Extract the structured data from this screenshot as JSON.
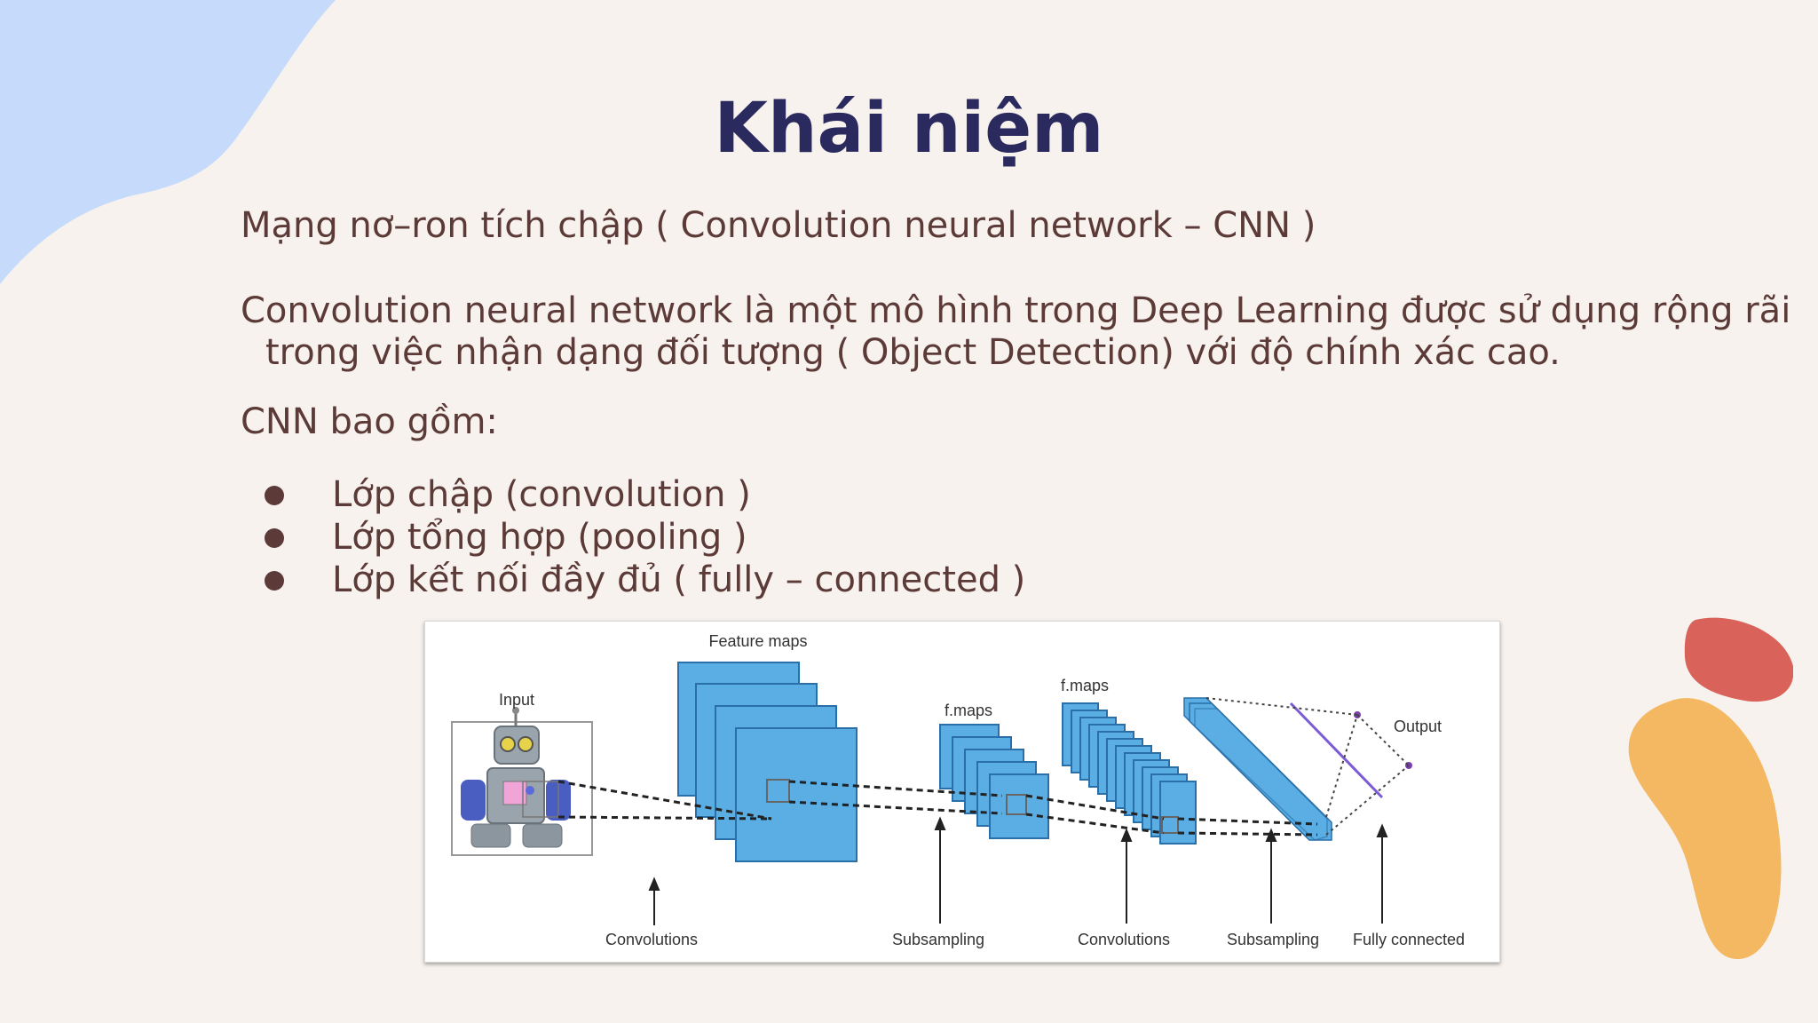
{
  "slide": {
    "title": "Khái niệm",
    "subtitle": "Mạng nơ–ron tích chập ( Convolution neural network – CNN )",
    "description_line1": "Convolution neural network là một mô hình trong Deep Learning được sử dụng rộng rãi",
    "description_line2": "trong việc nhận dạng đối tượng ( Object Detection) với độ chính xác cao.",
    "cnn_intro": "CNN bao gồm:",
    "bullets": [
      "Lớp chập (convolution )",
      "Lớp tổng hợp (pooling )",
      "Lớp kết nối đầy đủ ( fully – connected )"
    ]
  },
  "diagram": {
    "labels": {
      "input": "Input",
      "feature_maps": "Feature maps",
      "fmaps_1": "f.maps",
      "fmaps_2": "f.maps",
      "output": "Output"
    },
    "stages": [
      "Convolutions",
      "Subsampling",
      "Convolutions",
      "Subsampling",
      "Fully connected"
    ]
  },
  "colors": {
    "background": "#f8f2ee",
    "title": "#2a2a5e",
    "text": "#5b3a37",
    "blob_blue": "#c6dbfb",
    "blob_red": "#d9625a",
    "blob_orange": "#f4b863",
    "map_fill": "#5aaee3"
  }
}
